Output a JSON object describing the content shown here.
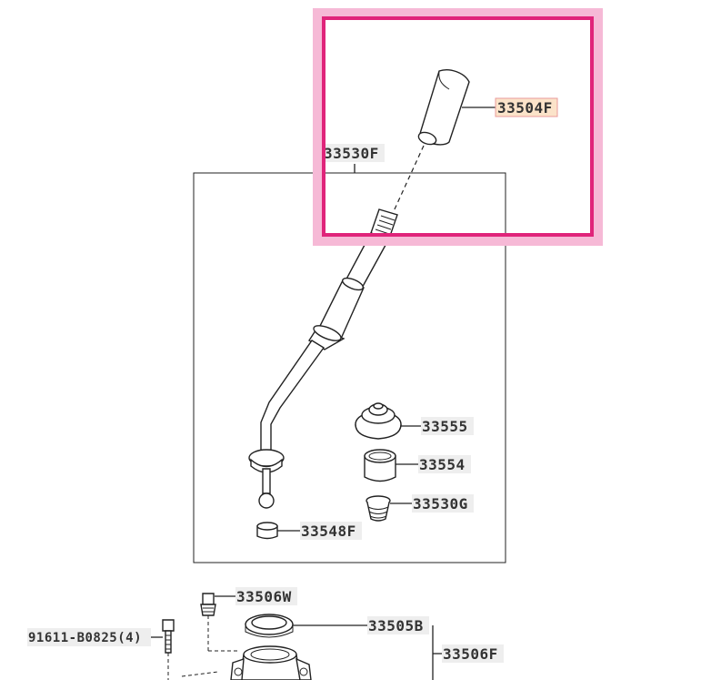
{
  "parts": {
    "p33504F": "33504F",
    "p33530F": "33530F",
    "p33555": "33555",
    "p33554": "33554",
    "p33530G": "33530G",
    "p33548F": "33548F",
    "p33506W": "33506W",
    "p91611": "91611-B0825(4)",
    "p33505B": "33505B",
    "p33506F": "33506F"
  },
  "highlight": {
    "part": "33504F",
    "color": "#e0247a"
  }
}
